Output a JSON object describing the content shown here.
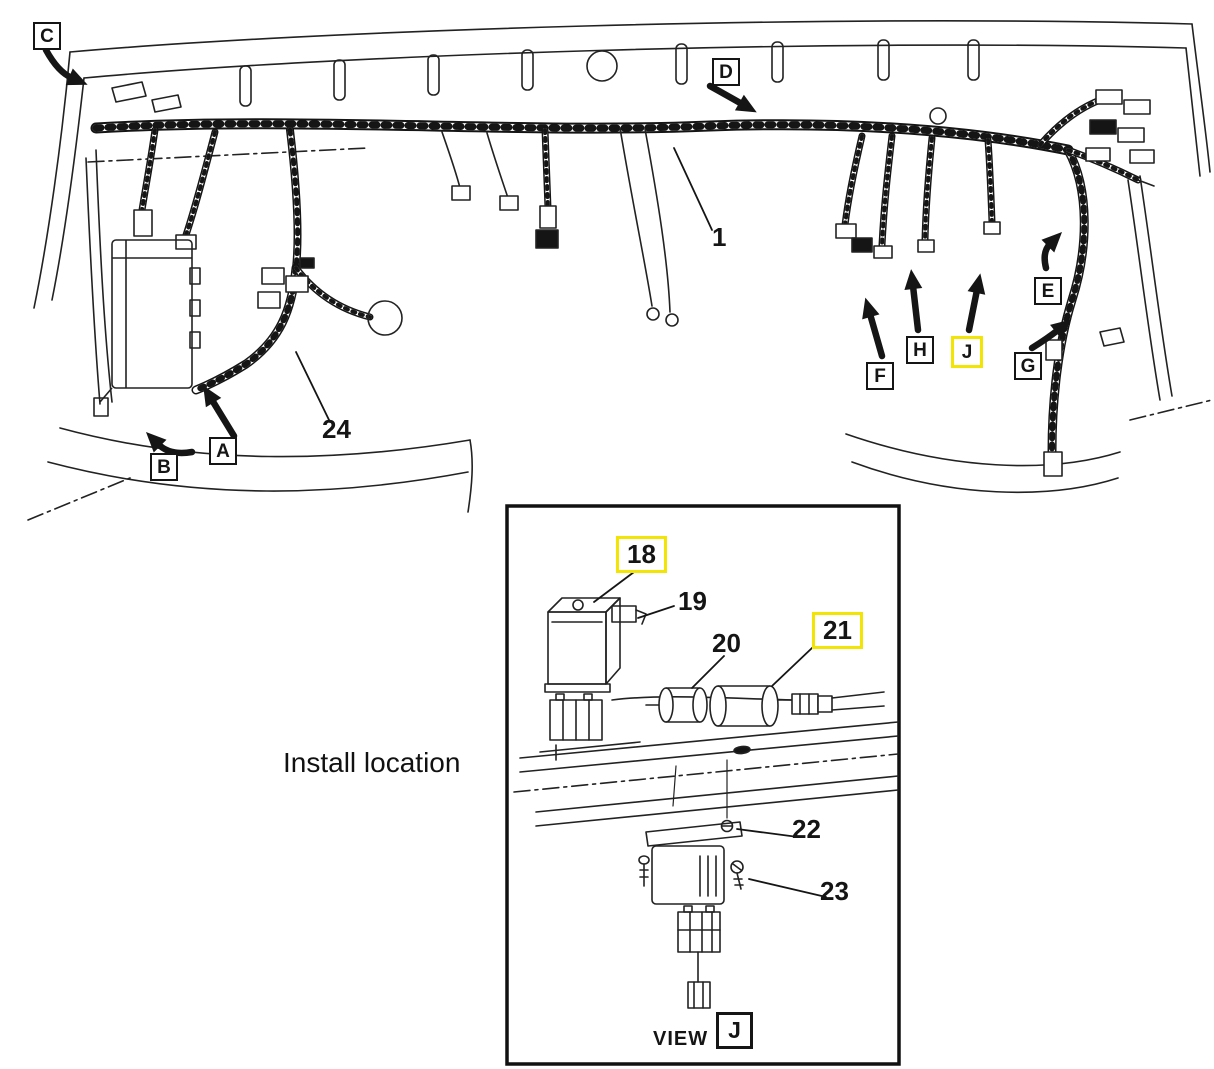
{
  "colors": {
    "line": "#151515",
    "highlight": "#f2e504",
    "background": "#ffffff"
  },
  "main_view": {
    "harness_number": "1",
    "branch_number": "24",
    "callouts": {
      "A": "A",
      "B": "B",
      "C": "C",
      "D": "D",
      "E": "E",
      "F": "F",
      "G": "G",
      "H": "H",
      "J": "J"
    },
    "highlighted_callout": "J"
  },
  "inset": {
    "caption_label": "Install location",
    "view_label": "VIEW",
    "view_ref": "J",
    "parts": {
      "relay": "18",
      "bracket": "19",
      "condenser_small": "20",
      "condenser_large": "21",
      "screw_upper": "22",
      "screw_lower": "23"
    },
    "highlighted_parts": [
      "18",
      "21"
    ]
  }
}
